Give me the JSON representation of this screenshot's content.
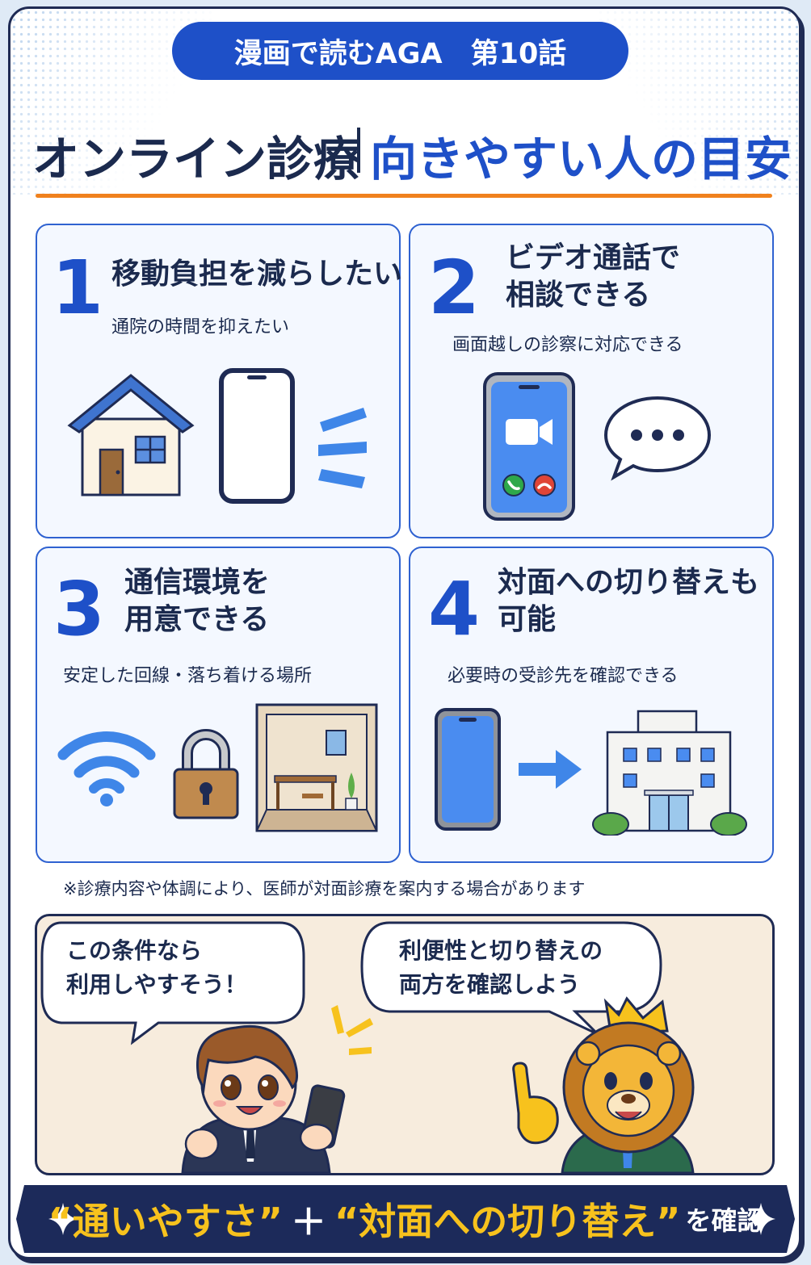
{
  "series_title": "漫画で読むAGA　第10話",
  "main_title": {
    "left": "オンライン診療",
    "right": "向きやすい人の目安"
  },
  "cards": [
    {
      "number": "1",
      "heading": "移動負担を減らしたい",
      "sub": "通院の時間を抑えたい",
      "icons": [
        "house-icon",
        "smartphone-icon",
        "motion-lines-icon"
      ]
    },
    {
      "number": "2",
      "heading_lines": [
        "ビデオ通話で",
        "相談できる"
      ],
      "sub": "画面越しの診察に対応できる",
      "icons": [
        "video-call-phone-icon",
        "speech-bubble-icon"
      ]
    },
    {
      "number": "3",
      "heading_lines": [
        "通信環境を",
        "用意できる"
      ],
      "sub": "安定した回線・落ち着ける場所",
      "icons": [
        "wifi-icon",
        "padlock-icon",
        "private-room-icon"
      ]
    },
    {
      "number": "4",
      "heading_lines": [
        "対面への切り替えも",
        "可能"
      ],
      "sub": "必要時の受診先を確認できる",
      "icons": [
        "smartphone-icon",
        "arrow-right-icon",
        "hospital-icon"
      ]
    }
  ],
  "note": "※診療内容や体調により、医師が対面診療を案内する場合があります",
  "comic": {
    "bubble_left_lines": [
      "この条件なら",
      "利用しやすそう！"
    ],
    "bubble_right_lines": [
      "利便性と切り替えの",
      "両方を確認しよう"
    ]
  },
  "banner": {
    "part1": "“通いやすさ”",
    "plus": "＋",
    "part2": "“対面への切り替え”",
    "suffix": "を確認"
  },
  "colors": {
    "primary_blue": "#1e50c8",
    "navy": "#1b2a4e",
    "orange": "#f0811d",
    "gold": "#f7c21d"
  }
}
